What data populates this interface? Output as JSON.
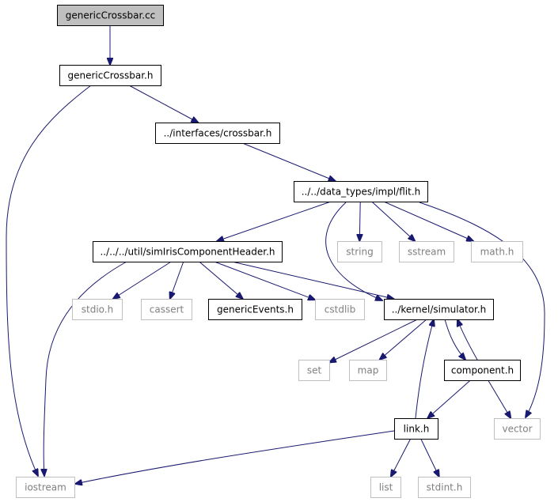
{
  "colors": {
    "edge": "#191970",
    "root_fill": "#bfbfbf",
    "documented_border": "#000000",
    "external_border": "#bfbfbf",
    "documented_text": "#000000",
    "external_text": "#7f7f7f"
  },
  "nodes": [
    {
      "id": "genericCrossbar_cc",
      "label": "genericCrossbar.cc",
      "kind": "root"
    },
    {
      "id": "genericCrossbar_h",
      "label": "genericCrossbar.h",
      "kind": "documented"
    },
    {
      "id": "crossbar_h",
      "label": "../interfaces/crossbar.h",
      "kind": "documented"
    },
    {
      "id": "flit_h",
      "label": "../../data_types/impl/flit.h",
      "kind": "documented"
    },
    {
      "id": "simIris_h",
      "label": "../../../util/simIrisComponentHeader.h",
      "kind": "documented"
    },
    {
      "id": "string",
      "label": "string",
      "kind": "external"
    },
    {
      "id": "sstream",
      "label": "sstream",
      "kind": "external"
    },
    {
      "id": "math_h",
      "label": "math.h",
      "kind": "external"
    },
    {
      "id": "stdio_h",
      "label": "stdio.h",
      "kind": "external"
    },
    {
      "id": "cassert",
      "label": "cassert",
      "kind": "external"
    },
    {
      "id": "genericEvents_h",
      "label": "genericEvents.h",
      "kind": "documented"
    },
    {
      "id": "cstdlib",
      "label": "cstdlib",
      "kind": "external"
    },
    {
      "id": "simulator_h",
      "label": "../kernel/simulator.h",
      "kind": "documented"
    },
    {
      "id": "set",
      "label": "set",
      "kind": "external"
    },
    {
      "id": "map",
      "label": "map",
      "kind": "external"
    },
    {
      "id": "component_h",
      "label": "component.h",
      "kind": "documented"
    },
    {
      "id": "vector",
      "label": "vector",
      "kind": "external"
    },
    {
      "id": "link_h",
      "label": "link.h",
      "kind": "documented"
    },
    {
      "id": "iostream",
      "label": "iostream",
      "kind": "external"
    },
    {
      "id": "list",
      "label": "list",
      "kind": "external"
    },
    {
      "id": "stdint_h",
      "label": "stdint.h",
      "kind": "external"
    }
  ],
  "edges": [
    {
      "from": "genericCrossbar_cc",
      "to": "genericCrossbar_h"
    },
    {
      "from": "genericCrossbar_h",
      "to": "crossbar_h"
    },
    {
      "from": "genericCrossbar_h",
      "to": "iostream"
    },
    {
      "from": "crossbar_h",
      "to": "flit_h"
    },
    {
      "from": "flit_h",
      "to": "simIris_h"
    },
    {
      "from": "flit_h",
      "to": "string"
    },
    {
      "from": "flit_h",
      "to": "sstream"
    },
    {
      "from": "flit_h",
      "to": "math_h"
    },
    {
      "from": "flit_h",
      "to": "simulator_h"
    },
    {
      "from": "flit_h",
      "to": "vector"
    },
    {
      "from": "simIris_h",
      "to": "stdio_h"
    },
    {
      "from": "simIris_h",
      "to": "cassert"
    },
    {
      "from": "simIris_h",
      "to": "genericEvents_h"
    },
    {
      "from": "simIris_h",
      "to": "cstdlib"
    },
    {
      "from": "simIris_h",
      "to": "simulator_h"
    },
    {
      "from": "simIris_h",
      "to": "iostream"
    },
    {
      "from": "simulator_h",
      "to": "set"
    },
    {
      "from": "simulator_h",
      "to": "map"
    },
    {
      "from": "simulator_h",
      "to": "component_h"
    },
    {
      "from": "component_h",
      "to": "simulator_h"
    },
    {
      "from": "component_h",
      "to": "link_h"
    },
    {
      "from": "component_h",
      "to": "vector"
    },
    {
      "from": "link_h",
      "to": "simulator_h"
    },
    {
      "from": "link_h",
      "to": "iostream"
    },
    {
      "from": "link_h",
      "to": "list"
    },
    {
      "from": "link_h",
      "to": "stdint_h"
    }
  ]
}
